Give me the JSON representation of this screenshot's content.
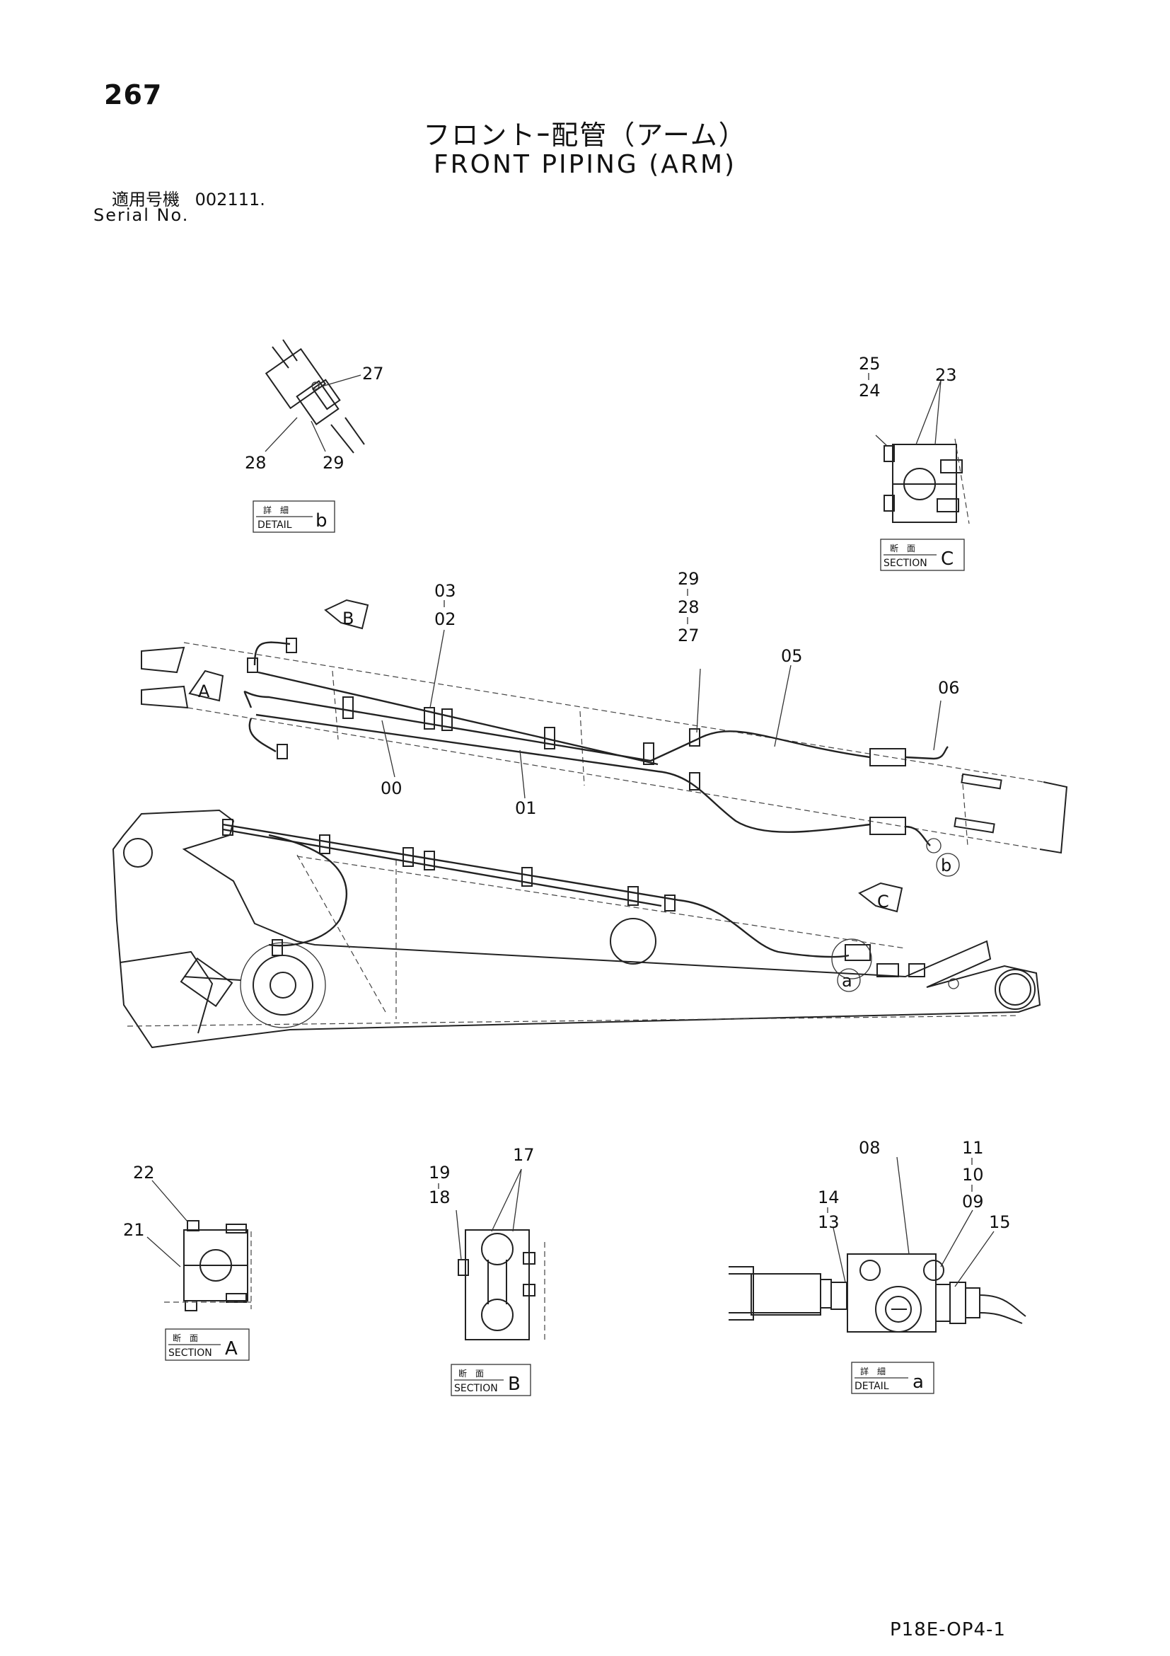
{
  "page_number": "267",
  "title_jp": "フロントｰ配管（アーム）",
  "title_en": "FRONT PIPING (ARM)",
  "serial_label_jp": "適用号機",
  "serial_value": "002111.",
  "serial_label_en": "Serial No.",
  "document_code": "P18E-OP4-1",
  "view_markers": {
    "A": "A",
    "B": "B",
    "C": "C"
  },
  "detail_b": {
    "top": "詳　細",
    "bottom": "DETAIL",
    "letter": "b",
    "callouts": [
      "27",
      "28",
      "29"
    ]
  },
  "section_c": {
    "top": "断　面",
    "bottom": "SECTION",
    "letter": "C",
    "callouts": [
      "25",
      "24",
      "23"
    ]
  },
  "main_view": {
    "callouts": [
      "03",
      "02",
      "29",
      "28",
      "27",
      "05",
      "06",
      "00",
      "01"
    ],
    "detail_refs": [
      "a",
      "b"
    ]
  },
  "section_a": {
    "top": "断　面",
    "bottom": "SECTION",
    "letter": "A",
    "callouts": [
      "22",
      "21"
    ]
  },
  "section_b": {
    "top": "断　面",
    "bottom": "SECTION",
    "letter": "B",
    "callouts": [
      "19",
      "18",
      "17"
    ]
  },
  "detail_a": {
    "top": "詳　細",
    "bottom": "DETAIL",
    "letter": "a",
    "callouts": [
      "08",
      "11",
      "10",
      "09",
      "14",
      "13",
      "15"
    ]
  }
}
